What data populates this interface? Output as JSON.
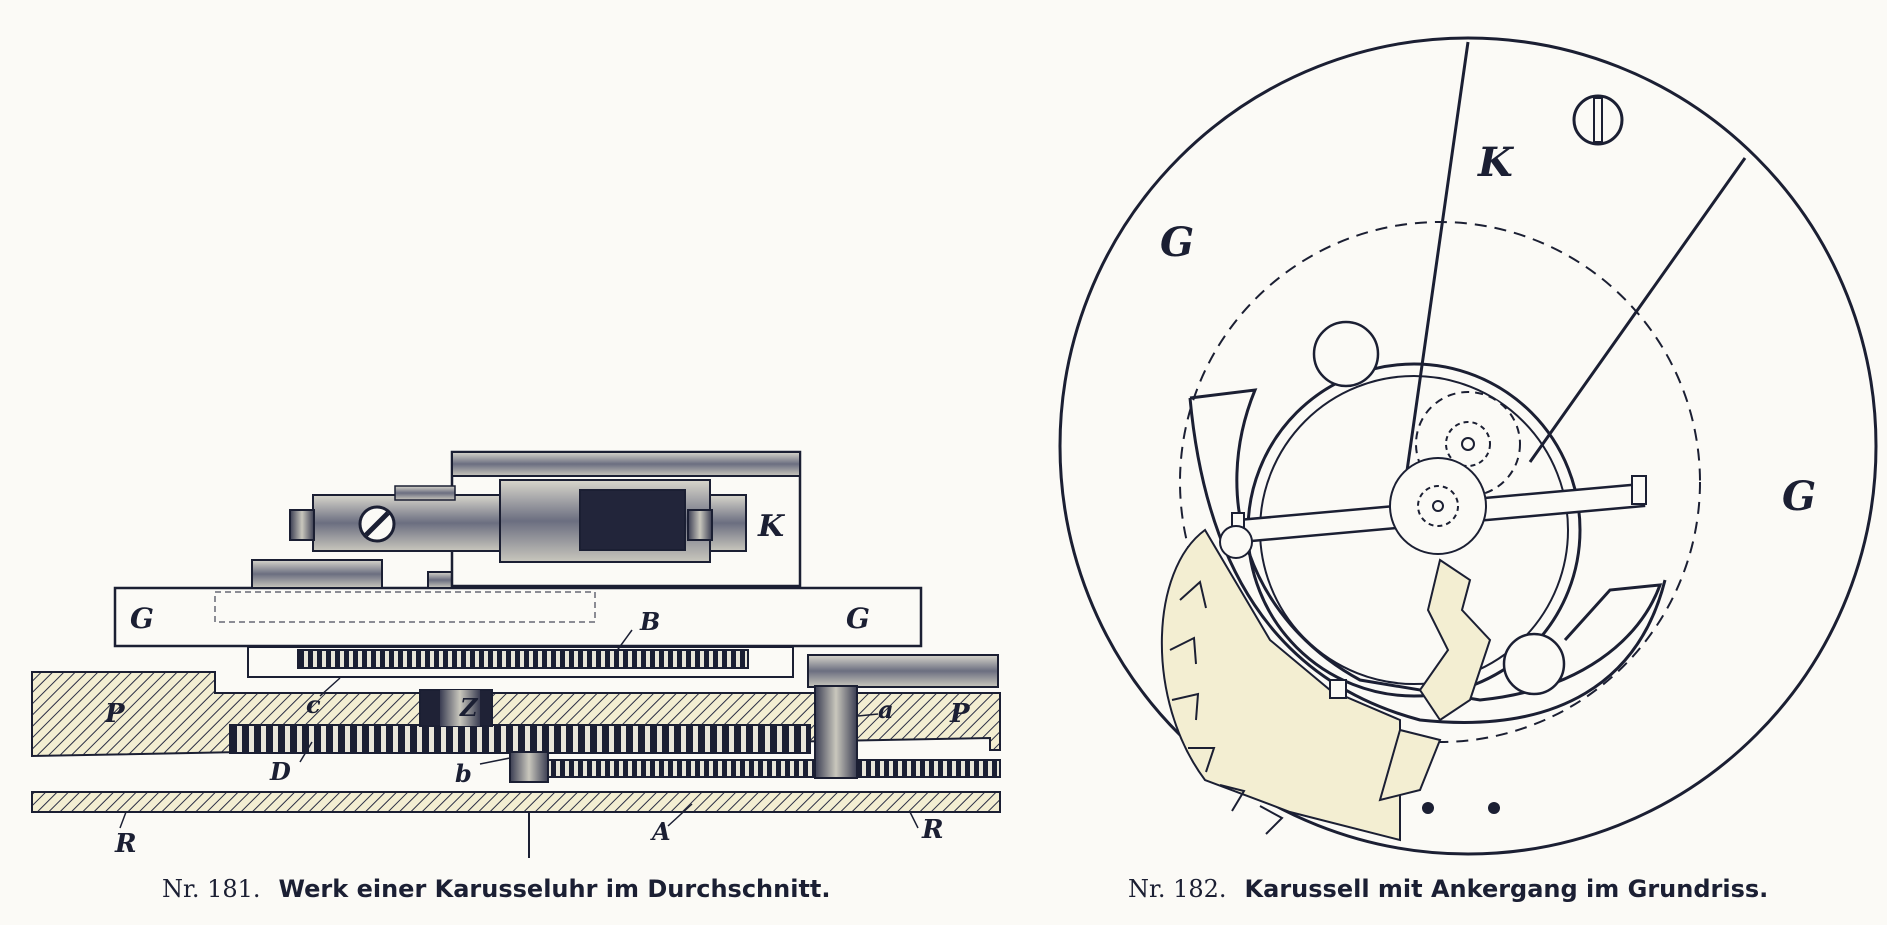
{
  "fig181": {
    "caption_number": "Nr. 181.",
    "caption_text": "Werk einer Karusseluhr im Durchschnitt.",
    "labels": {
      "K": "K",
      "G_left": "G",
      "G_right": "G",
      "B": "B",
      "P_left": "P",
      "P_right": "P",
      "c": "c",
      "Z": "Z",
      "a": "a",
      "D": "D",
      "b": "b",
      "A": "A",
      "R_left": "R",
      "R_right": "R"
    }
  },
  "fig182": {
    "caption_number": "Nr. 182.",
    "caption_text": "Karussell mit Ankergang im Grundriss.",
    "labels": {
      "K": "K",
      "G_left": "G",
      "G_right": "G"
    }
  },
  "colors": {
    "ink": "#1b1f33",
    "paper": "#fbfaf6",
    "cream": "#f3eed2",
    "hatch": "#2a2e44"
  }
}
